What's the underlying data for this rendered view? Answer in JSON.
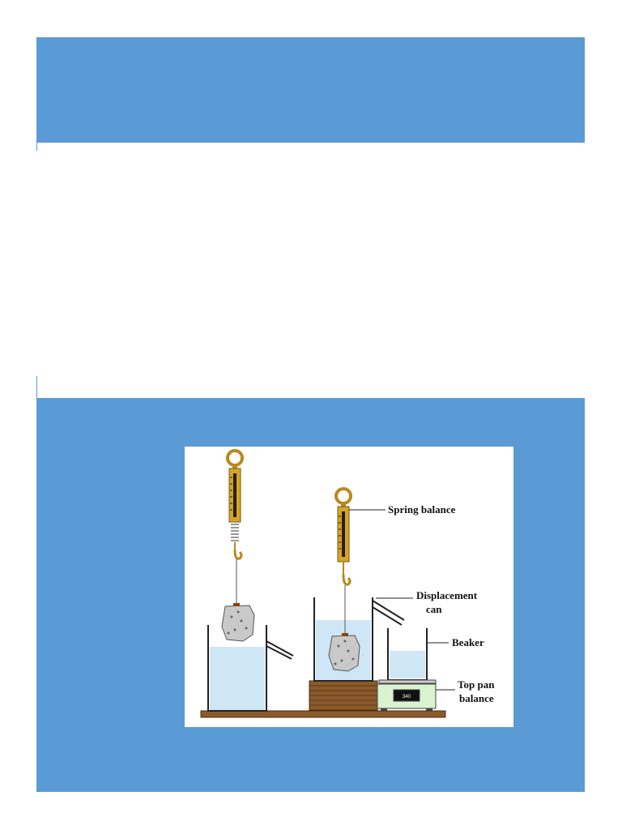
{
  "colors": {
    "band": "#5b9bd5",
    "water": "#cfe6f7",
    "wood": "#8b5a2b",
    "spring_gold": "#d4a52a",
    "balance_green": "#d9f2d0"
  },
  "figure": {
    "labels": {
      "spring_balance": "Spring balance",
      "displacement_can_line1": "Displacement",
      "displacement_can_line2": "can",
      "beaker": "Beaker",
      "top_pan_line1": "Top pan",
      "top_pan_line2": "balance"
    },
    "balance_reading": "340"
  }
}
